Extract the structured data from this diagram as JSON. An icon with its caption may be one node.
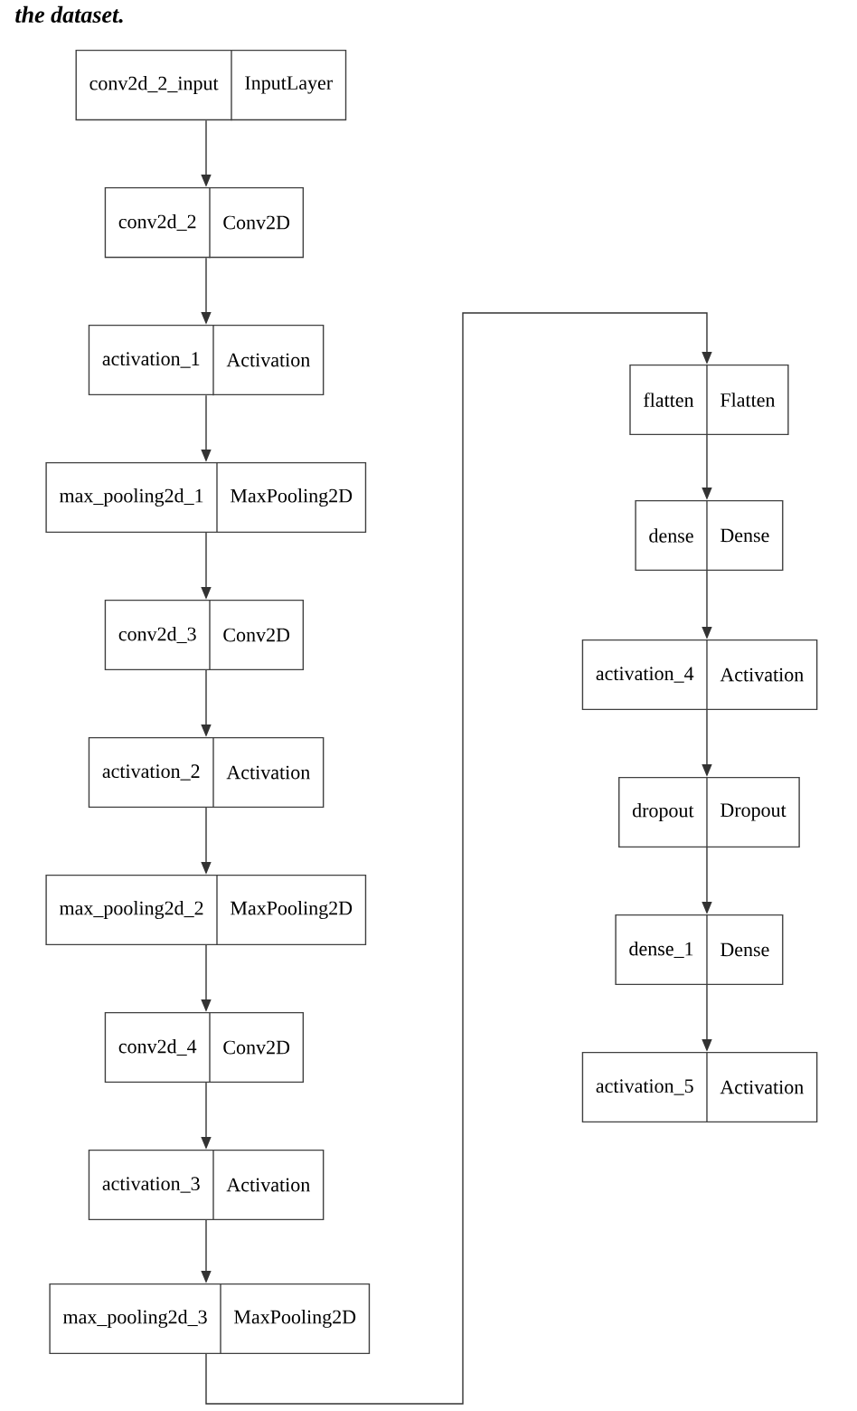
{
  "diagram": {
    "nodes": [
      {
        "text": [
          "conv2d_2_input",
          "InputLayer"
        ]
      },
      {
        "text": [
          "conv2d_2",
          "Conv2D"
        ]
      },
      {
        "text": [
          "activation_1",
          "Activation"
        ]
      },
      {
        "text": [
          "max_pooling2d_1",
          "MaxPooling2D"
        ]
      },
      {
        "text": [
          "conv2d_3",
          "Conv2D"
        ]
      },
      {
        "text": [
          "activation_2",
          "Activation"
        ]
      },
      {
        "text": [
          "max_pooling2d_2",
          "MaxPooling2D"
        ]
      },
      {
        "text": [
          "conv2d_4",
          "Conv2D"
        ]
      },
      {
        "text": [
          "activation_3",
          "Activation"
        ]
      },
      {
        "text": [
          "max_pooling2d_3",
          "MaxPooling2D"
        ]
      },
      {
        "text": [
          "flatten",
          "Flatten"
        ]
      },
      {
        "text": [
          "dense",
          "Dense"
        ]
      },
      {
        "text": [
          "activation_4",
          "Activation"
        ]
      },
      {
        "text": [
          "dropout",
          "Dropout"
        ]
      },
      {
        "text": [
          "dense_1",
          "Dense"
        ]
      },
      {
        "text": [
          "activation_5",
          "Activation"
        ]
      }
    ],
    "edges": [
      {
        "from": 0,
        "to": 1,
        "arrow": "to"
      },
      {
        "from": 1,
        "to": 2,
        "arrow": "to"
      },
      {
        "from": 2,
        "to": 3,
        "arrow": "to"
      },
      {
        "from": 3,
        "to": 4,
        "arrow": "to"
      },
      {
        "from": 4,
        "to": 5,
        "arrow": "to"
      },
      {
        "from": 5,
        "to": 6,
        "arrow": "to"
      },
      {
        "from": 6,
        "to": 7,
        "arrow": "to"
      },
      {
        "from": 7,
        "to": 8,
        "arrow": "to"
      },
      {
        "from": 8,
        "to": 9,
        "arrow": "to"
      },
      {
        "from": 9,
        "to": 10,
        "arrow": "to"
      },
      {
        "from": 10,
        "to": 11,
        "arrow": "to"
      },
      {
        "from": 11,
        "to": 12,
        "arrow": "to"
      },
      {
        "from": 12,
        "to": 13,
        "arrow": "to"
      },
      {
        "from": 13,
        "to": 14,
        "arrow": "to"
      },
      {
        "from": 14,
        "to": 15,
        "arrow": "to"
      }
    ],
    "labels": [
      "the dataset."
    ]
  }
}
